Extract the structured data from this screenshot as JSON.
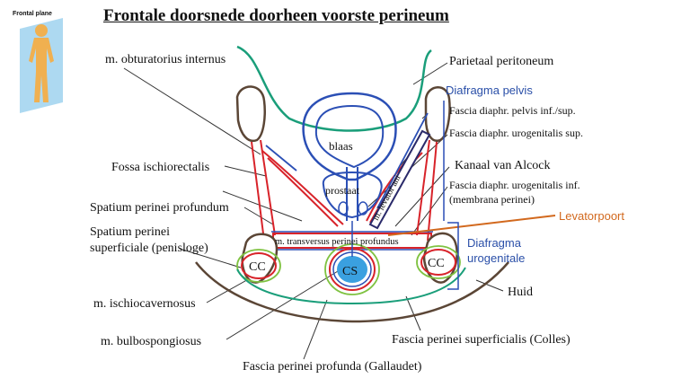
{
  "title": "Frontale doorsnede doorheen voorste perineum",
  "thumbnail_caption": "Frontal plane",
  "labels": {
    "obturatorius": "m. obturatorius internus",
    "fossa": "Fossa ischiorectalis",
    "spatium_profundum": "Spatium perinei profundum",
    "spatium_superficiale_1": "Spatium perinei",
    "spatium_superficiale_2": "superficiale (penisloge)",
    "ischiocavernosus": "m. ischiocavernosus",
    "bulbospongiosus": "m. bulbospongiosus",
    "fascia_profunda": "Fascia perinei profunda (Gallaudet)",
    "fascia_superficialis": "Fascia perinei superficialis (Colles)",
    "huid": "Huid",
    "parietaal": "Parietaal peritoneum",
    "diafragma_pelvis": "Diafragma pelvis",
    "fascia_pelvis": "Fascia diaphr. pelvis inf./sup.",
    "fascia_uro_sup": "Fascia diaphr. urogenitalis sup.",
    "kanaal": "Kanaal van Alcock",
    "fascia_uro_inf_1": "Fascia diaphr. urogenitalis inf.",
    "fascia_uro_inf_2": "(membrana perinei)",
    "levatorpoort": "Levatorpoort",
    "diafragma_uro_1": "Diafragma",
    "diafragma_uro_2": "urogenitale"
  },
  "inner_labels": {
    "blaas": "blaas",
    "prostaat": "prostaat",
    "levator": "m. levator ani",
    "transversus": "m. transversus perinei profundus",
    "cc_left": "CC",
    "cc_right": "CC",
    "cs": "CS"
  },
  "colors": {
    "muscle_red": "#d8232a",
    "fascia_blue": "#2b4fb5",
    "peritoneum_green": "#1a9e7a",
    "fascia_green": "#7fc241",
    "bone_brown": "#5b4636",
    "cs_fill": "#3aa0e0",
    "levator_navy": "#2a2a6a",
    "levatorpoort_orange": "#d2691e",
    "label_blue": "#2a4fa8"
  }
}
